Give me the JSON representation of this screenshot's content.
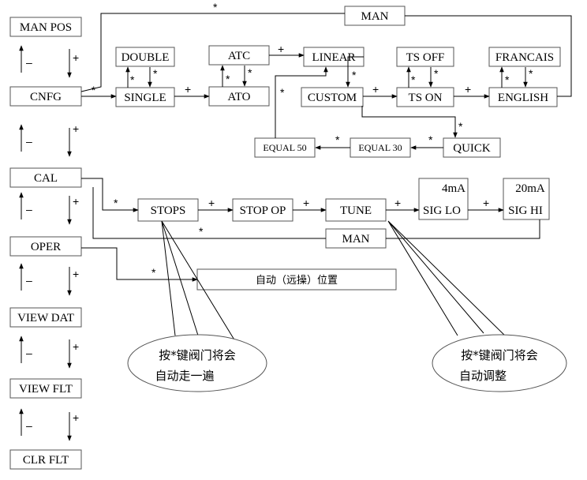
{
  "left_menu": {
    "man_pos": "MAN POS",
    "cnfg": "CNFG",
    "cal": "CAL",
    "oper": "OPER",
    "view_dat": "VIEW DAT",
    "view_flt": "VIEW FLT",
    "clr_flt": "CLR FLT"
  },
  "config_row": {
    "man": "MAN",
    "double": "DOUBLE",
    "single": "SINGLE",
    "atc": "ATC",
    "ato": "ATO",
    "linear": "LINEAR",
    "custom": "CUSTOM",
    "ts_off": "TS OFF",
    "ts_on": "TS ON",
    "francais": "FRANCAIS",
    "english": "ENGLISH",
    "equal_50": "EQUAL 50",
    "equal_30": "EQUAL 30",
    "quick": "QUICK"
  },
  "cal_row": {
    "stops": "STOPS",
    "stop_op": "STOP OP",
    "tune": "TUNE",
    "sig_lo": "SIG LO",
    "sig_lo_value": "4mA",
    "sig_hi": "SIG HI",
    "sig_hi_value": "20mA",
    "man": "MAN"
  },
  "oper_target": "自动（远操）位置",
  "callouts": {
    "stops_line1": "按*键阀门将会",
    "stops_line2": "自动走一遍",
    "tune_line1": "按*键阀门将会",
    "tune_line2": "自动调整"
  },
  "symbols": {
    "star": "*",
    "plus": "+",
    "minus": "–"
  }
}
